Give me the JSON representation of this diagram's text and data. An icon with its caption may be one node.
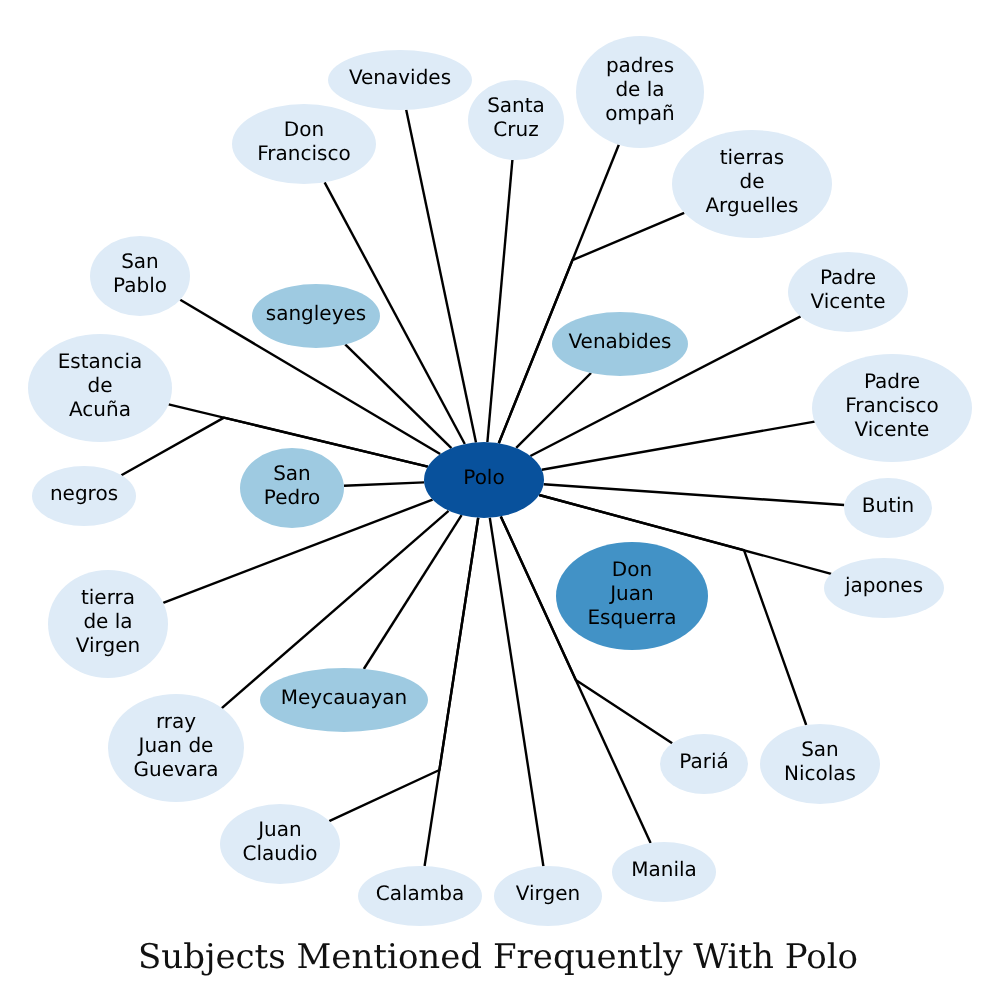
{
  "diagram": {
    "title": "Subjects Mentioned Frequently With Polo",
    "nodes": [
      {
        "text": [
          "Venavides"
        ]
      },
      {
        "text": [
          "Santa Cruz"
        ]
      },
      {
        "text": [
          "padres de la ompañ"
        ]
      },
      {
        "text": [
          "Don Francisco"
        ]
      },
      {
        "text": [
          "tierras de Arguelles"
        ]
      },
      {
        "text": [
          "San Pablo"
        ]
      },
      {
        "text": [
          "Padre Vicente"
        ]
      },
      {
        "text": [
          "sangleyes"
        ]
      },
      {
        "text": [
          "Venabides"
        ]
      },
      {
        "text": [
          "Estancia de Acuña"
        ]
      },
      {
        "text": [
          "Padre Francisco Vicente"
        ]
      },
      {
        "text": [
          "negros"
        ]
      },
      {
        "text": [
          "San Pedro"
        ]
      },
      {
        "text": [
          "Polo"
        ]
      },
      {
        "text": [
          "Don Juan Esquerra"
        ]
      },
      {
        "text": [
          "Butin"
        ]
      },
      {
        "text": [
          "tierra de la Virgen"
        ]
      },
      {
        "text": [
          "japones"
        ]
      },
      {
        "text": [
          "Meycauayan"
        ]
      },
      {
        "text": [
          "rray Juan de Guevara"
        ]
      },
      {
        "text": [
          "Pariá"
        ]
      },
      {
        "text": [
          "San Nicolas"
        ]
      },
      {
        "text": [
          "Juan Claudio"
        ]
      },
      {
        "text": [
          "Calamba"
        ]
      },
      {
        "text": [
          "Virgen"
        ]
      },
      {
        "text": [
          "Manila"
        ]
      }
    ],
    "edges": [
      {
        "from": 13,
        "to": 0,
        "arrow": "none"
      },
      {
        "from": 13,
        "to": 1,
        "arrow": "none"
      },
      {
        "from": 13,
        "to": 2,
        "arrow": "none"
      },
      {
        "from": 13,
        "to": 3,
        "arrow": "none"
      },
      {
        "from": 13,
        "to": 4,
        "arrow": "none"
      },
      {
        "from": 13,
        "to": 5,
        "arrow": "none"
      },
      {
        "from": 13,
        "to": 6,
        "arrow": "none"
      },
      {
        "from": 13,
        "to": 7,
        "arrow": "none"
      },
      {
        "from": 13,
        "to": 8,
        "arrow": "none"
      },
      {
        "from": 13,
        "to": 9,
        "arrow": "none"
      },
      {
        "from": 13,
        "to": 10,
        "arrow": "none"
      },
      {
        "from": 13,
        "to": 11,
        "arrow": "none"
      },
      {
        "from": 13,
        "to": 12,
        "arrow": "none"
      },
      {
        "from": 13,
        "to": 15,
        "arrow": "none"
      },
      {
        "from": 13,
        "to": 16,
        "arrow": "none"
      },
      {
        "from": 13,
        "to": 17,
        "arrow": "none"
      },
      {
        "from": 13,
        "to": 18,
        "arrow": "none"
      },
      {
        "from": 13,
        "to": 19,
        "arrow": "none"
      },
      {
        "from": 13,
        "to": 20,
        "arrow": "none"
      },
      {
        "from": 13,
        "to": 21,
        "arrow": "none"
      },
      {
        "from": 13,
        "to": 22,
        "arrow": "none"
      },
      {
        "from": 13,
        "to": 23,
        "arrow": "none"
      },
      {
        "from": 13,
        "to": 24,
        "arrow": "none"
      },
      {
        "from": 13,
        "to": 25,
        "arrow": "none"
      }
    ]
  }
}
